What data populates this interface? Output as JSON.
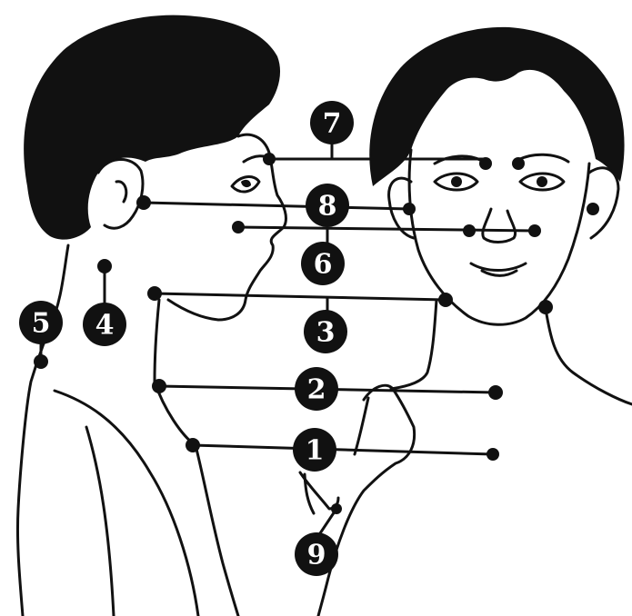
{
  "labels": [
    {
      "id": "1",
      "text": "1"
    },
    {
      "id": "2",
      "text": "2"
    },
    {
      "id": "3",
      "text": "3"
    },
    {
      "id": "4",
      "text": "4"
    },
    {
      "id": "5",
      "text": "5"
    },
    {
      "id": "6",
      "text": "6"
    },
    {
      "id": "7",
      "text": "7"
    },
    {
      "id": "8",
      "text": "8"
    },
    {
      "id": "9",
      "text": "9"
    }
  ],
  "colors": {
    "ink": "#111111",
    "background": "#ffffff",
    "label_text": "#ffffff"
  }
}
